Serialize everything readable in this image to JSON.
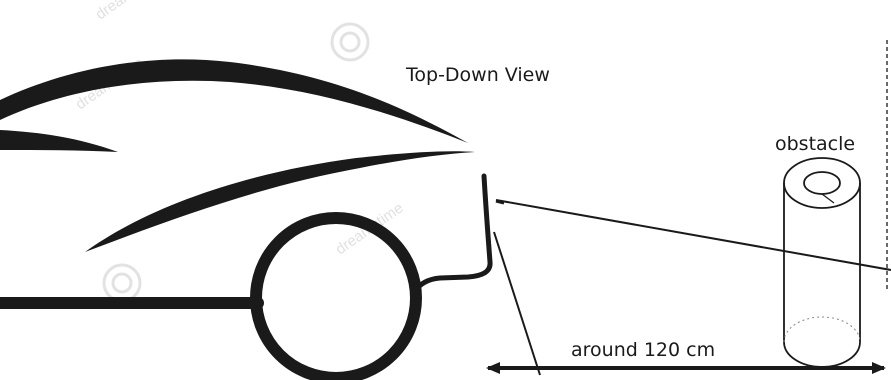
{
  "diagram": {
    "title": "Top-Down View",
    "obstacle_label": "obstacle",
    "distance_label": "around 120 cm",
    "watermark_text": "dreamstime"
  },
  "colors": {
    "ink": "#1a1a1a",
    "watermark": "#d9d9d9",
    "background": "#ffffff"
  }
}
